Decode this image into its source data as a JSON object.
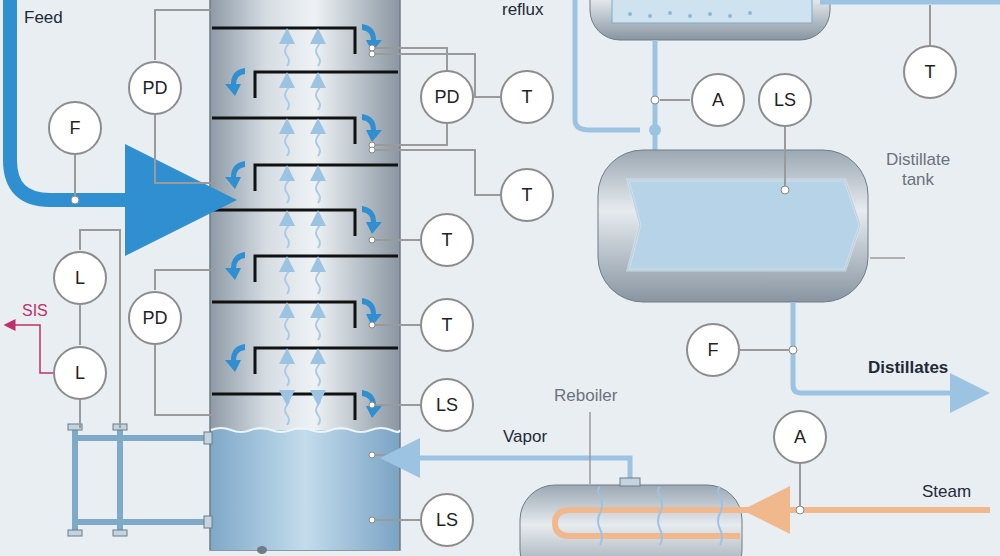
{
  "diagram": {
    "nodes": [
      {
        "text": [
          "PD"
        ]
      },
      {
        "text": [
          "PD"
        ]
      },
      {
        "text": [
          "T"
        ]
      },
      {
        "text": [
          "A"
        ]
      },
      {
        "text": [
          "LS"
        ]
      },
      {
        "text": [
          "T"
        ]
      },
      {
        "text": [
          "F"
        ]
      },
      {
        "text": [
          "T"
        ]
      },
      {
        "text": [
          "T"
        ]
      },
      {
        "text": [
          "L"
        ]
      },
      {
        "text": [
          "PD"
        ]
      },
      {
        "text": [
          "T"
        ]
      },
      {
        "text": [
          "L"
        ]
      },
      {
        "text": [
          "F"
        ]
      },
      {
        "text": [
          "LS"
        ]
      },
      {
        "text": [
          "A"
        ]
      },
      {
        "text": [
          "LS"
        ]
      }
    ],
    "labels": [
      "Feed",
      "reflux",
      "SIS",
      "Distillate tank",
      "Distillates",
      "Reboiler",
      "Vapor",
      "Steam"
    ]
  }
}
